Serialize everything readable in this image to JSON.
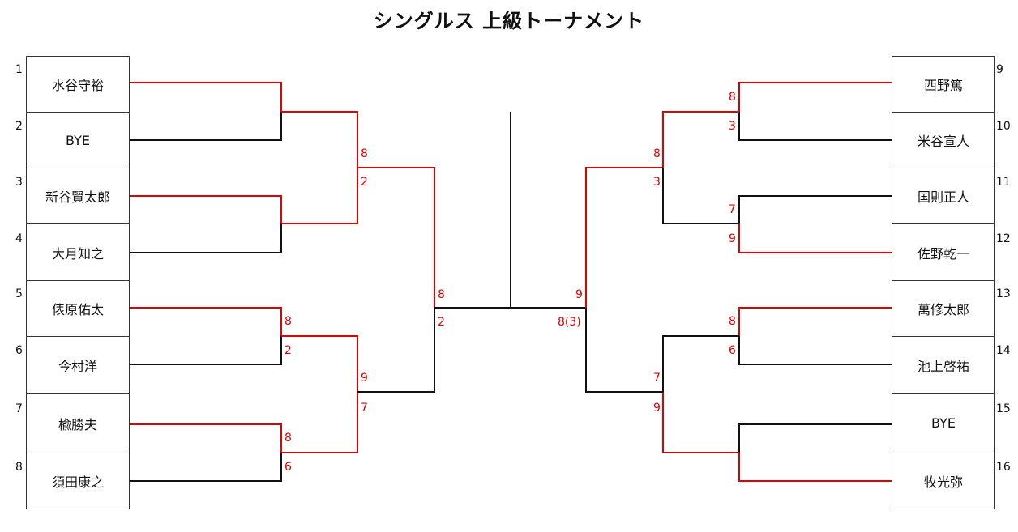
{
  "title": "シングルス 上級トーナメント",
  "colors": {
    "winner_line": "#e00000",
    "loser_line": "#111111",
    "score": "#e00000"
  },
  "left_players": [
    {
      "seed": "1",
      "name": "水谷守裕"
    },
    {
      "seed": "2",
      "name": "BYE"
    },
    {
      "seed": "3",
      "name": "新谷賢太郎"
    },
    {
      "seed": "4",
      "name": "大月知之"
    },
    {
      "seed": "5",
      "name": "俵原佑太"
    },
    {
      "seed": "6",
      "name": "今村洋"
    },
    {
      "seed": "7",
      "name": "楡勝夫"
    },
    {
      "seed": "8",
      "name": "須田康之"
    }
  ],
  "right_players": [
    {
      "seed": "9",
      "name": "西野篤"
    },
    {
      "seed": "10",
      "name": "米谷宣人"
    },
    {
      "seed": "11",
      "name": "国則正人"
    },
    {
      "seed": "12",
      "name": "佐野乾一"
    },
    {
      "seed": "13",
      "name": "萬修太郎"
    },
    {
      "seed": "14",
      "name": "池上啓祐"
    },
    {
      "seed": "15",
      "name": "BYE"
    },
    {
      "seed": "16",
      "name": "牧光弥"
    }
  ],
  "scores": {
    "l_qf1_top": "8",
    "l_qf1_bot": "2",
    "l_r1_3_top": "8",
    "l_r1_3_bot": "2",
    "l_r1_4_top": "8",
    "l_r1_4_bot": "6",
    "l_qf2_top": "9",
    "l_qf2_bot": "7",
    "l_sf_top": "8",
    "l_sf_bot": "2",
    "r_r1_1_top": "8",
    "r_r1_1_bot": "3",
    "r_qf1_top": "8",
    "r_qf1_bot": "3",
    "r_r1_2_top": "7",
    "r_r1_2_bot": "9",
    "r_r1_3_top": "8",
    "r_r1_3_bot": "6",
    "r_qf2_top": "7",
    "r_qf2_bot": "9",
    "r_sf_top": "9",
    "r_sf_bot": "8(3)"
  }
}
